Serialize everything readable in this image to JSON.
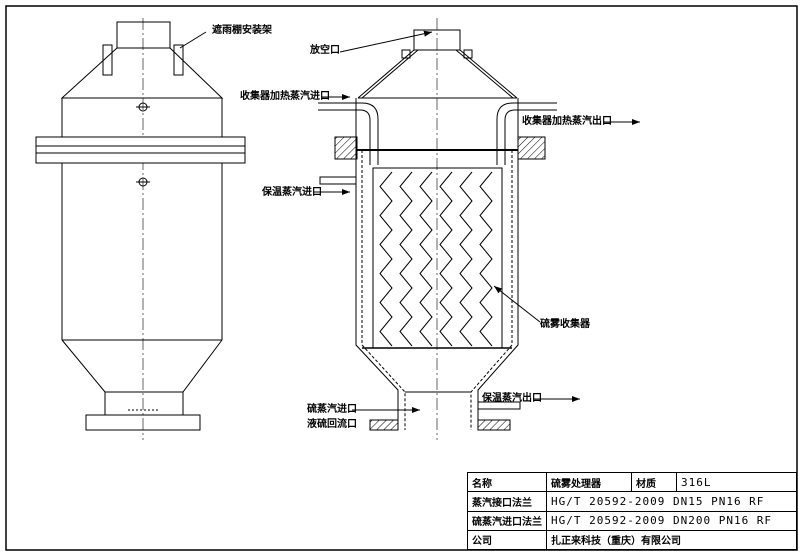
{
  "labels": {
    "rain_shelter_mount": "遮雨棚安装架",
    "vent": "放空口",
    "collector_steam_in": "收集器加热蒸汽进口",
    "collector_steam_out": "收集器加热蒸汽出口",
    "insulation_steam_in": "保温蒸汽进口",
    "sulfur_mist_collector": "硫雾收集器",
    "sulfur_vapor_in": "硫蒸汽进口",
    "liquid_sulfur_return": "液硫回流口",
    "insulation_steam_out": "保温蒸汽出口"
  },
  "title_block": {
    "name_label": "名称",
    "name_value": "硫雾处理器",
    "material_label": "材质",
    "material_value": "316L",
    "steam_flange_label": "蒸汽接口法兰",
    "steam_flange_value": "HG/T 20592-2009 DN15 PN16 RF",
    "vapor_flange_label": "硫蒸汽进口法兰",
    "vapor_flange_value": "HG/T 20592-2009 DN200 PN16 RF",
    "company_label": "公司",
    "company_value": "扎正来科技（重庆）有限公司"
  }
}
